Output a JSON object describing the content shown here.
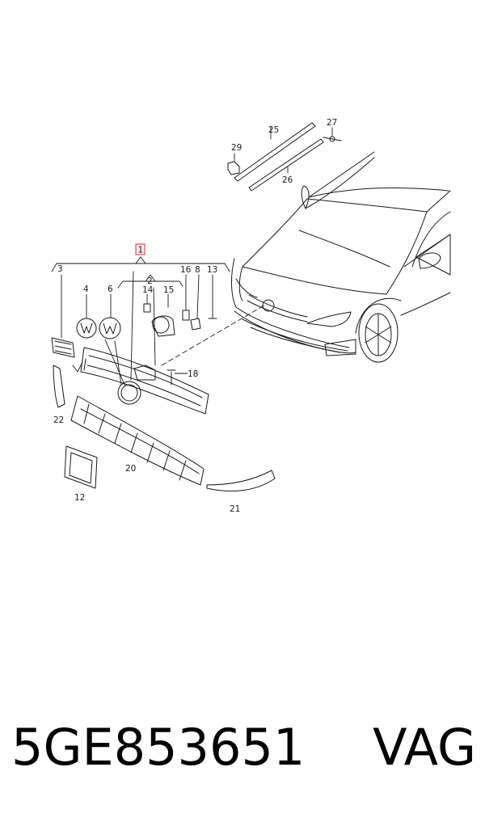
{
  "callouts": {
    "c1": "1",
    "c2": "2",
    "c3": "3",
    "c4": "4",
    "c6": "6",
    "c8": "8",
    "c12": "12",
    "c13": "13",
    "c14": "14",
    "c15": "15",
    "c16": "16",
    "c18": "18",
    "c20": "20",
    "c21": "21",
    "c22": "22",
    "c25": "25",
    "c26": "26",
    "c27": "27",
    "c29": "29"
  },
  "caption": {
    "part_number": "5GE853651",
    "brand": "VAG"
  },
  "colors": {
    "line": "#1a1a1a",
    "highlight_box": "#e0303a"
  }
}
